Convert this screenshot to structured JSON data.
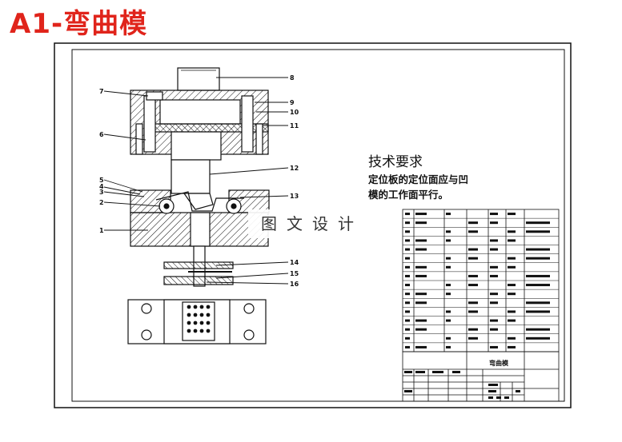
{
  "title": "A1-弯曲模",
  "technical_requirements": {
    "heading": "技术要求",
    "lines": [
      "定位板的定位面应与凹",
      "模的工作面平行。"
    ]
  },
  "watermark": "图文设计",
  "title_block": {
    "name": "弯曲模"
  },
  "part_labels": [
    "7",
    "8",
    "9",
    "10",
    "6",
    "11",
    "12",
    "5",
    "3",
    "13",
    "2",
    "1",
    "4",
    "14",
    "15",
    "16"
  ],
  "colors": {
    "title": "#e0241b",
    "line": "#111111"
  }
}
